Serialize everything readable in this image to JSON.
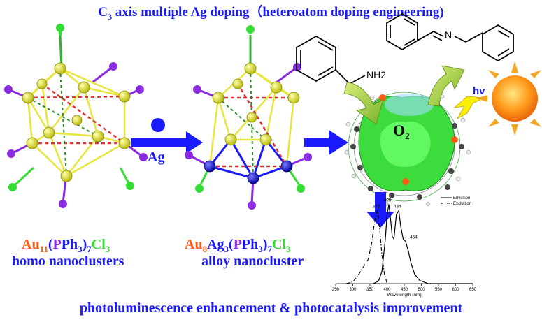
{
  "title": {
    "prefix": "C",
    "subscript": "3",
    "rest": " axis multiple Ag doping（heteroatom doping engineering)"
  },
  "left_cluster": {
    "formula": {
      "au": "Au",
      "au_n": "11",
      "open": "(",
      "p": "P",
      "ph": "Ph",
      "ph_n": "3",
      "close": ")",
      "n7": "7",
      "cl": "Cl",
      "cl_n": "3"
    },
    "label": "homo nanoclusters"
  },
  "doping_arrow_label": "Ag",
  "right_cluster": {
    "formula": {
      "au": "Au",
      "au_n": "8",
      "ag": "Ag",
      "ag_n": "3",
      "open": "(",
      "p": "P",
      "ph": "Ph",
      "ph_n": "3",
      "close": ")",
      "n7": "7",
      "cl": "Cl",
      "cl_n": "3"
    },
    "label": "alloy nanocluster"
  },
  "reaction": {
    "amine_group": "NH2",
    "imine_atom": "N",
    "oxygen": "O2",
    "light": "hv"
  },
  "chart_data": {
    "type": "line",
    "xlabel": "Wavelength (nm)",
    "xlim": [
      250,
      650
    ],
    "x_ticks": [
      250,
      300,
      350,
      400,
      450,
      500,
      550,
      600,
      650
    ],
    "legend": [
      "Emission",
      "Excitation"
    ],
    "legend_position": "top-right",
    "peak_labels": [
      "372",
      "405",
      "434",
      "454"
    ],
    "series": [
      {
        "name": "Emission",
        "style": "solid",
        "points": [
          [
            360,
            0.0
          ],
          [
            375,
            0.03
          ],
          [
            385,
            0.15
          ],
          [
            395,
            0.55
          ],
          [
            400,
            0.85
          ],
          [
            405,
            0.98
          ],
          [
            410,
            0.8
          ],
          [
            415,
            0.58
          ],
          [
            420,
            0.55
          ],
          [
            427,
            0.85
          ],
          [
            434,
            0.9
          ],
          [
            440,
            0.7
          ],
          [
            447,
            0.55
          ],
          [
            454,
            0.52
          ],
          [
            462,
            0.4
          ],
          [
            470,
            0.25
          ],
          [
            480,
            0.12
          ],
          [
            495,
            0.04
          ],
          [
            520,
            0.0
          ],
          [
            650,
            0.0
          ]
        ]
      },
      {
        "name": "Excitation",
        "style": "dashdot",
        "points": [
          [
            280,
            0.0
          ],
          [
            300,
            0.02
          ],
          [
            315,
            0.1
          ],
          [
            330,
            0.2
          ],
          [
            345,
            0.3
          ],
          [
            355,
            0.5
          ],
          [
            362,
            0.72
          ],
          [
            368,
            0.86
          ],
          [
            372,
            0.9
          ],
          [
            378,
            0.7
          ],
          [
            385,
            0.35
          ],
          [
            392,
            0.12
          ],
          [
            400,
            0.0
          ]
        ]
      }
    ]
  }
}
